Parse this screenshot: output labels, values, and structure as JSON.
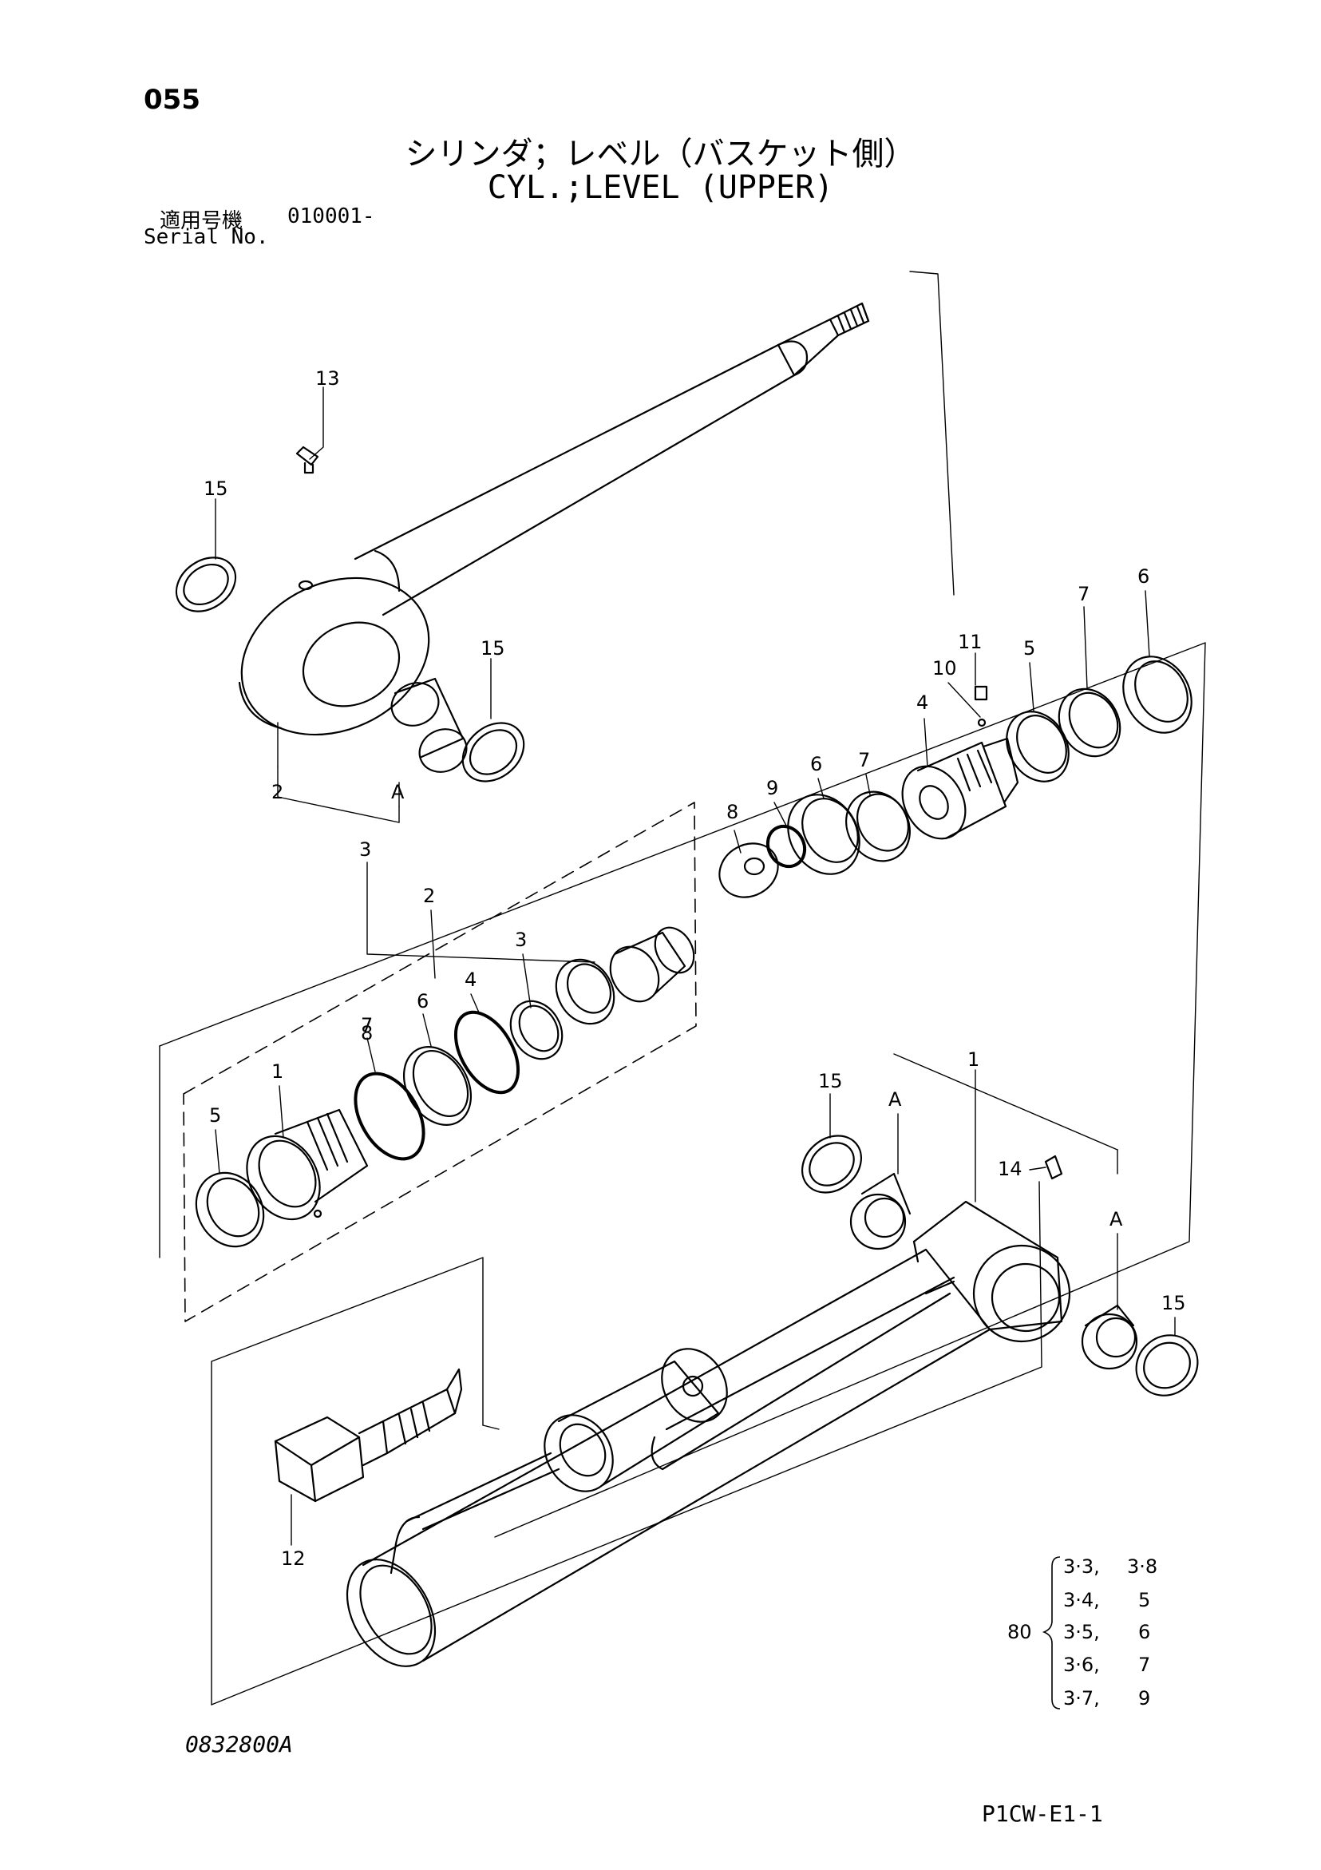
{
  "header": {
    "page_number": "055",
    "title_jp": "シリンダ；レベル（バスケット側）",
    "title_en": "CYL.;LEVEL (UPPER)",
    "serial_label_jp": "適用号機",
    "serial_value": "010001-",
    "serial_label_en": "Serial No."
  },
  "callouts": {
    "c1": "1",
    "c2": "2",
    "c3": "3",
    "c4": "4",
    "c5": "5",
    "c6": "6",
    "c7": "7",
    "c8": "8",
    "c9": "9",
    "c10": "10",
    "c11": "11",
    "c12": "12",
    "c13": "13",
    "c14": "14",
    "c15": "15",
    "cA": "A"
  },
  "kit": {
    "number": "80",
    "rows": [
      {
        "ref": "3·3,",
        "qty": "3·8"
      },
      {
        "ref": "3·4,",
        "qty": "5"
      },
      {
        "ref": "3·5,",
        "qty": "6"
      },
      {
        "ref": "3·6,",
        "qty": "7"
      },
      {
        "ref": "3·7,",
        "qty": "9"
      }
    ]
  },
  "footer": {
    "drawing_number": "0832800A",
    "sheet_code": "P1CW-E1-1"
  }
}
